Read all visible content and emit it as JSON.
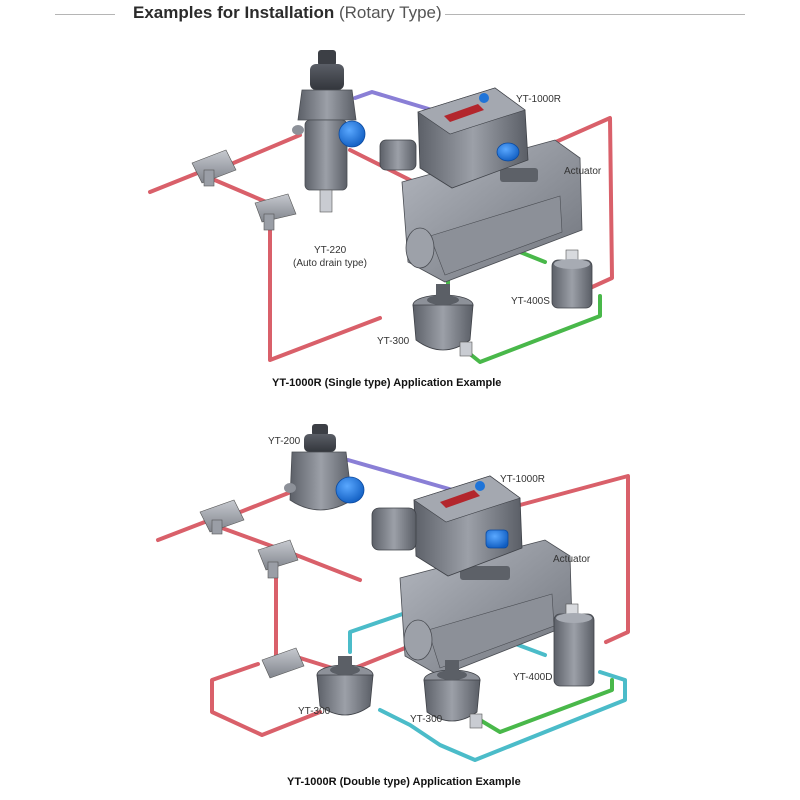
{
  "header": {
    "title_bold": "Examples for Installation",
    "title_light": "(Rotary Type)"
  },
  "colors": {
    "supply_pipe": "#d9606a",
    "positioner_pipe": "#8a7fd6",
    "output_pipe_green": "#49b84a",
    "output_pipe_cyan": "#4bbcc9",
    "cap_blue": "#1f74d8",
    "body_gray": "#7d8189"
  },
  "single": {
    "labels": {
      "positioner": "YT-1000R",
      "actuator": "Actuator",
      "filter_regulator": "YT-220",
      "filter_note": "(Auto drain type)",
      "lock_valve": "YT-400S",
      "booster": "YT-300"
    },
    "caption": "YT-1000R (Single type) Application Example"
  },
  "double": {
    "labels": {
      "filter_regulator": "YT-200",
      "positioner": "YT-1000R",
      "actuator": "Actuator",
      "lock_valve": "YT-400D",
      "booster_left": "YT-300",
      "booster_right": "YT-300"
    },
    "caption": "YT-1000R (Double type) Application Example"
  }
}
